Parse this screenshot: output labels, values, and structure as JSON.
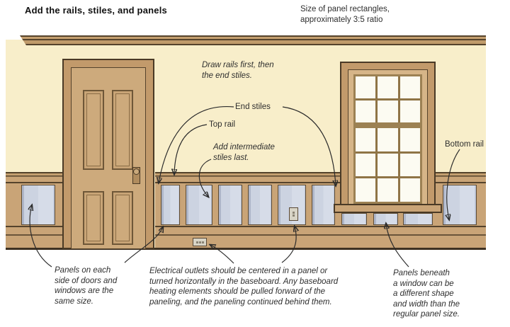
{
  "title": "Add the rails, stiles, and panels",
  "legend": {
    "size_note": "Size of panel rectangles,\napproximately 3:5 ratio"
  },
  "callouts": {
    "draw_rails": "Draw rails first, then\nthe end stiles.",
    "end_stiles": "End stiles",
    "top_rail": "Top rail",
    "intermediate_stiles": "Add intermediate\nstiles last.",
    "bottom_rail": "Bottom rail",
    "panels_sides": "Panels on each\nside of doors and\nwindows are the\nsame size.",
    "electrical_outlets": "Electrical outlets should be centered in a panel or\nturned horizontally in the baseboard. Any baseboard\nheating elements should be pulled forward of the\npaneling, and the paneling continued behind them.",
    "panels_beneath_window": "Panels beneath\na window can be\na different shape\nand width than the\nregular panel size."
  },
  "palette": {
    "wall": "#f8eeca",
    "wood": "#c9a477",
    "wood_dark": "#c29a6b",
    "outline": "#4a3a26",
    "panel_blue": "#ccd3e1",
    "window_pane": "#fcfbf2",
    "text": "#2e2e2e"
  }
}
